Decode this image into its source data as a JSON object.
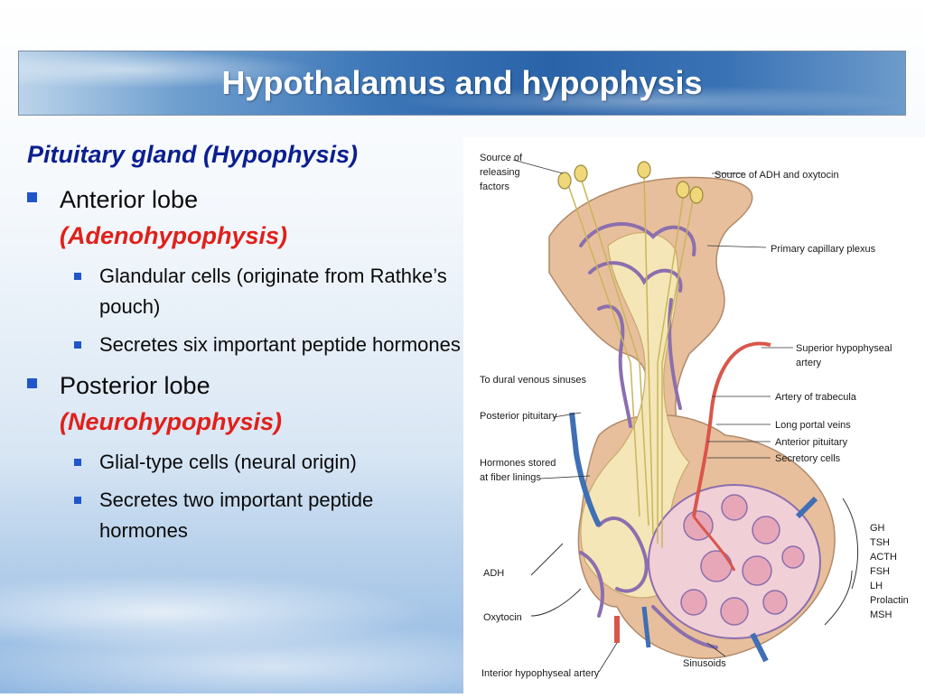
{
  "slide": {
    "title": "Hypothalamus and hypophysis",
    "heading": "Pituitary gland (Hypophysis)"
  },
  "anterior": {
    "label": "Anterior lobe",
    "alias": "(Adenohypophysis)",
    "points": [
      "Glandular cells (originate from Rathke’s pouch)",
      "Secretes six important peptide hormones"
    ]
  },
  "posterior": {
    "label": "Posterior lobe",
    "alias": "(Neurohypophysis)",
    "points": [
      "Glial-type cells (neural origin)",
      "Secretes two important peptide hormones"
    ]
  },
  "diagram": {
    "labels": {
      "source_releasing_1": "Source of",
      "source_releasing_2": "releasing",
      "source_releasing_3": "factors",
      "source_adh": "Source of ADH and oxytocin",
      "primary_plexus": "Primary capillary plexus",
      "sup_artery_1": "Superior hypophyseal",
      "sup_artery_2": "artery",
      "dural": "To dural venous sinuses",
      "trabecula": "Artery of trabecula",
      "posterior_pituitary": "Posterior pituitary",
      "portal": "Long portal veins",
      "anterior_pituitary": "Anterior pituitary",
      "secretory": "Secretory cells",
      "stored_1": "Hormones stored",
      "stored_2": "at fiber linings",
      "adh": "ADH",
      "oxytocin": "Oxytocin",
      "sinusoids": "Sinusoids",
      "inf_artery": "Interior hypophyseal artery"
    },
    "hormones": [
      "GH",
      "TSH",
      "ACTH",
      "FSH",
      "LH",
      "Prolactin",
      "MSH"
    ],
    "colors": {
      "tissue": "#e8bf9c",
      "posterior_lobe": "#f5e6b8",
      "vessel": "#8b6fae",
      "artery": "#d9564b",
      "vein": "#3f6fb5",
      "accent_blue": "#1f56c9",
      "accent_red": "#e0201b"
    }
  }
}
